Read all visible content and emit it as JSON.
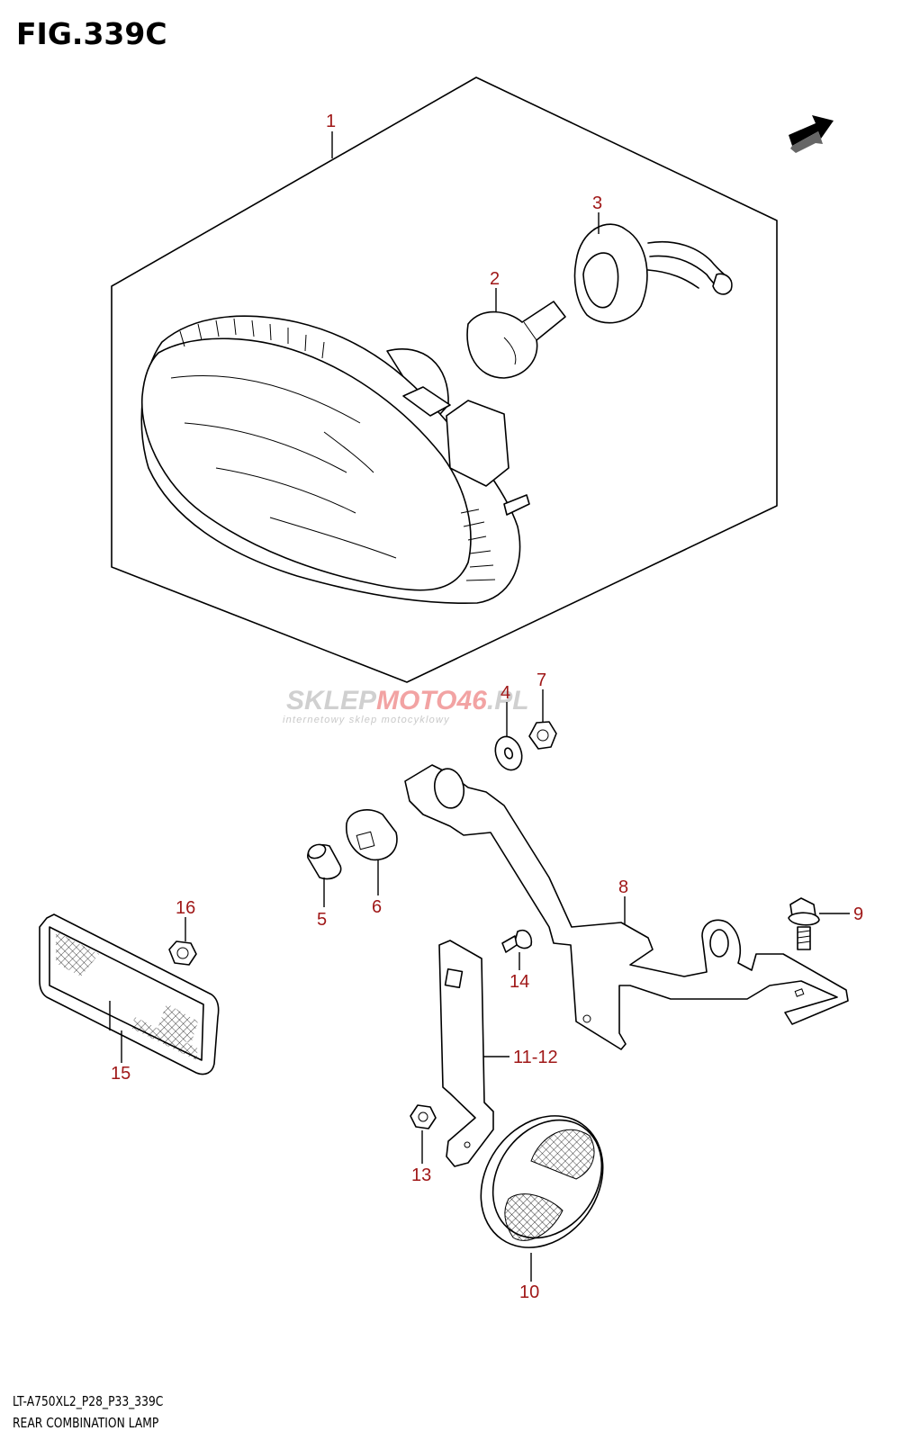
{
  "figure_title": "FIG.339C",
  "footer": {
    "model_code": "LT-A750XL2_P28_P33_339C",
    "assembly_name": "REAR COMBINATION LAMP"
  },
  "watermark": {
    "brand_a": "SKLEP",
    "brand_b": "MOTO",
    "brand_c": "46",
    "brand_d": ".PL",
    "tagline": "internetowy sklep motocyklowy",
    "colors": {
      "gray": "#d0d0d0",
      "pink": "#f2a3a3"
    }
  },
  "callout_color": "#a01818",
  "callouts": {
    "c1": "1",
    "c2": "2",
    "c3": "3",
    "c4": "4",
    "c5": "5",
    "c6": "6",
    "c7": "7",
    "c8": "8",
    "c9": "9",
    "c10": "10",
    "c11": "11-12",
    "c13": "13",
    "c14": "14",
    "c15": "15",
    "c16": "16"
  },
  "icons": {
    "direction": "direction-arrow-icon"
  }
}
